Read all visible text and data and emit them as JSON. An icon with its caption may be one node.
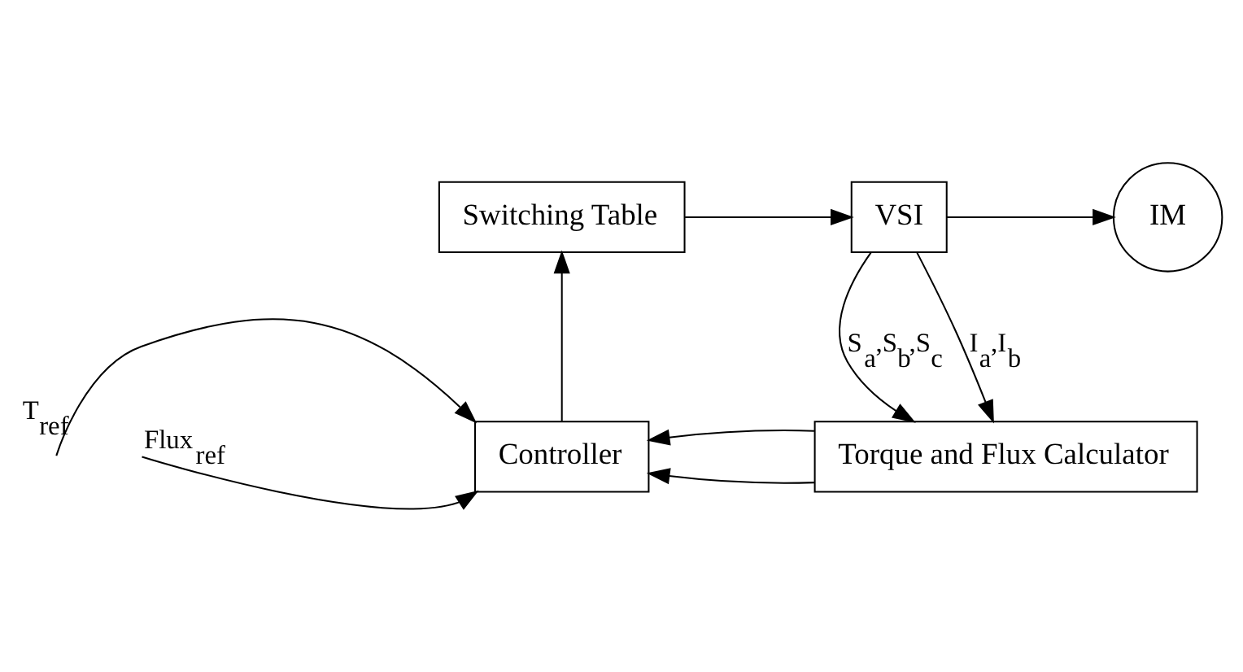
{
  "diagram": {
    "nodes": [
      {
        "text": [
          "Switching Table"
        ]
      },
      {
        "text": [
          "VSI"
        ]
      },
      {
        "text": [
          "IM"
        ]
      },
      {
        "text": [
          "Controller"
        ]
      },
      {
        "text": [
          "Torque and Flux Calculator"
        ]
      }
    ],
    "edges": [
      {
        "from": 0,
        "to": 1,
        "arrow": "to"
      },
      {
        "from": 1,
        "to": 2,
        "arrow": "to"
      },
      {
        "from": 1,
        "to": 4,
        "arrow": "to",
        "label": "S$_{a}$,S$_{b}$,S$_{c}$"
      },
      {
        "from": 1,
        "to": 4,
        "arrow": "to",
        "label": "I$_{a}$,I$_{b}$"
      },
      {
        "from": 4,
        "to": 3,
        "arrow": "to"
      },
      {
        "from": 4,
        "to": 3,
        "arrow": "to"
      },
      {
        "from": 3,
        "to": 0,
        "arrow": "to"
      },
      {
        "from": null,
        "to": 3,
        "arrow": "to",
        "label": "T$_{ref}$"
      },
      {
        "from": null,
        "to": 3,
        "arrow": "to",
        "label": "Flux$_{ref}$"
      }
    ]
  }
}
